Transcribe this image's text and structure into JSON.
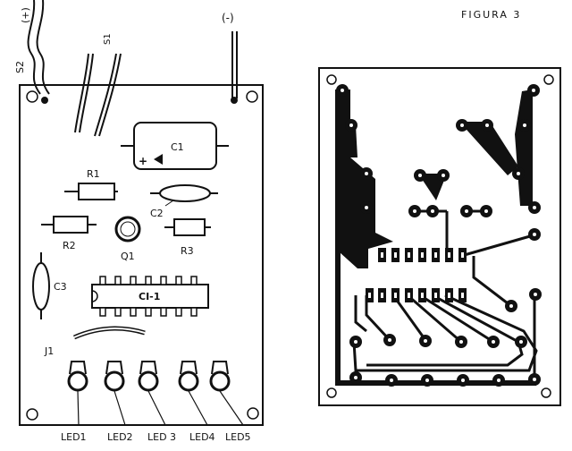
{
  "figure_label": "FIGURA 3",
  "wires": {
    "s2": "S2",
    "s1": "S1",
    "plus": "(+)",
    "minus": "(-)"
  },
  "components": {
    "c1": "C1",
    "c1_plus": "+",
    "r1": "R1",
    "c2": "C2",
    "r2": "R2",
    "q1": "Q1",
    "r3": "R3",
    "c3": "C3",
    "ci1": "CI-1",
    "j1": "J1"
  },
  "leds": [
    "LED1",
    "LED2",
    "LED 3",
    "LED4",
    "LED5"
  ]
}
